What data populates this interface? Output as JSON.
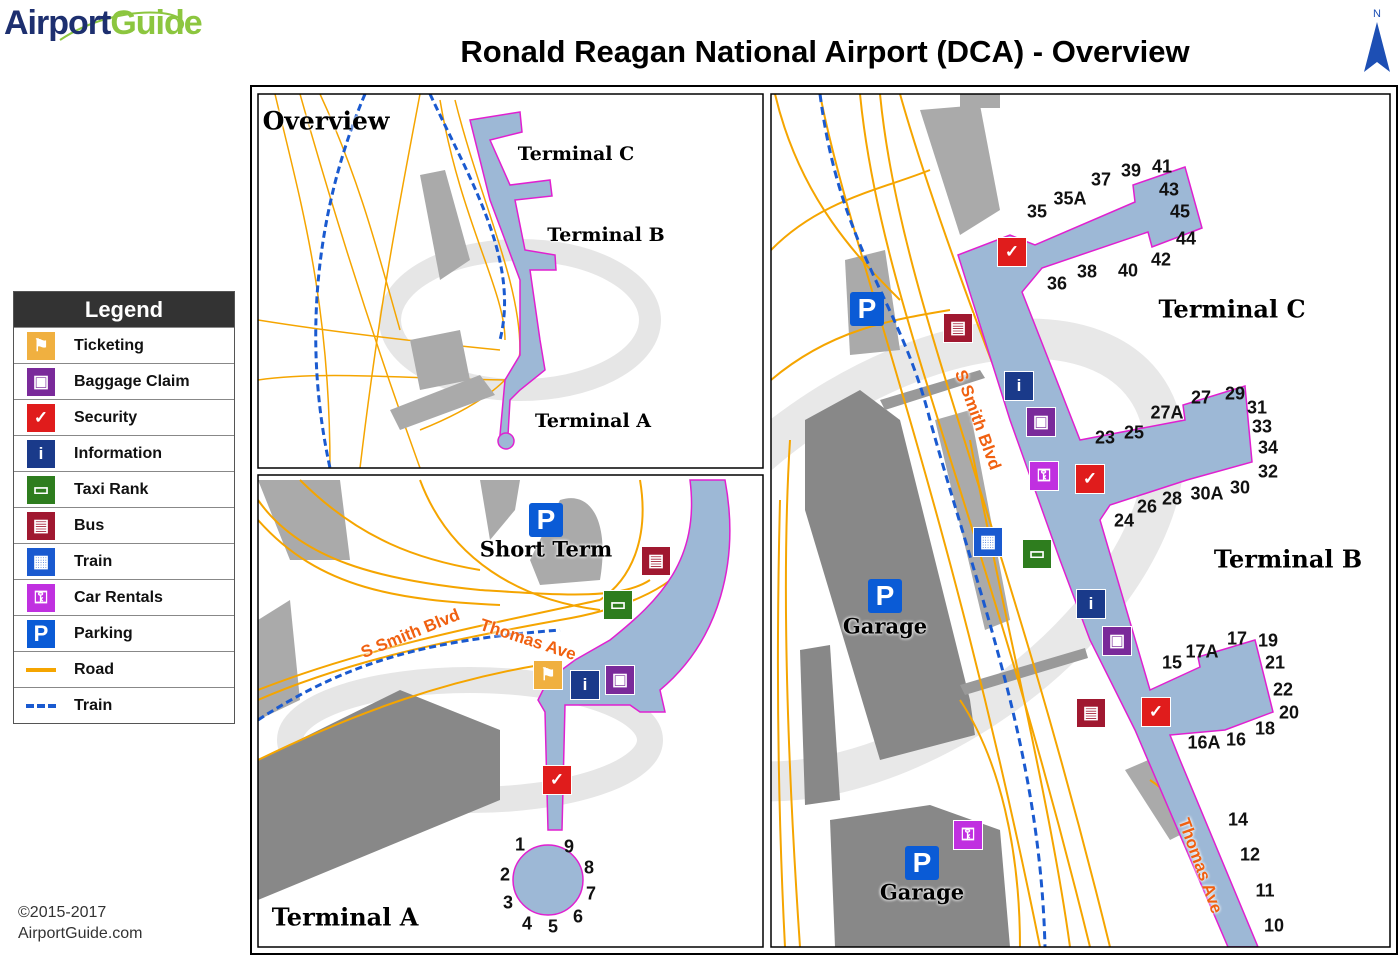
{
  "logo": {
    "part1": "Airport",
    "part2": "Guide"
  },
  "title": "Ronald Reagan National Airport (DCA) - Overview",
  "north_label": "N",
  "legend": {
    "title": "Legend",
    "items": [
      {
        "label": "Ticketing",
        "icon": "ticketing-icon",
        "color": "#f0b040"
      },
      {
        "label": "Baggage Claim",
        "icon": "baggage-icon",
        "color": "#7a2a9a"
      },
      {
        "label": "Security",
        "icon": "security-icon",
        "color": "#e01c1c"
      },
      {
        "label": "Information",
        "icon": "info-icon",
        "color": "#1a3a8a"
      },
      {
        "label": "Taxi Rank",
        "icon": "taxi-icon",
        "color": "#2e7d1e"
      },
      {
        "label": "Bus",
        "icon": "bus-icon",
        "color": "#a01830"
      },
      {
        "label": "Train",
        "icon": "train-icon",
        "color": "#1a5ad0"
      },
      {
        "label": "Car Rentals",
        "icon": "car-rental-icon",
        "color": "#c030e0"
      },
      {
        "label": "Parking",
        "icon": "parking-icon",
        "color": "#0a5bd6"
      },
      {
        "label": "Road",
        "icon": "road-line",
        "color": "#f5a500"
      },
      {
        "label": "Train",
        "icon": "train-line",
        "color": "#1a5ad0"
      }
    ]
  },
  "copyright": {
    "years": "©2015-2017",
    "site": "AirportGuide.com"
  },
  "overview": {
    "title": "Overview",
    "terminal_c": "Terminal C",
    "terminal_b": "Terminal B",
    "terminal_a": "Terminal A"
  },
  "terminal_a_panel": {
    "title": "Terminal A",
    "short_term": "Short Term",
    "parking": "P",
    "road1": "S Smith Blvd",
    "road2": "Thomas Ave",
    "gates": [
      "1",
      "2",
      "3",
      "4",
      "5",
      "6",
      "7",
      "8",
      "9"
    ]
  },
  "bc_panel": {
    "terminal_c": "Terminal C",
    "terminal_b": "Terminal B",
    "garage1": "Garage",
    "garage2": "Garage",
    "parking": "P",
    "road1": "S Smith Blvd",
    "road2": "Thomas Ave",
    "gates_c": [
      "35",
      "35A",
      "37",
      "39",
      "41",
      "43",
      "45",
      "44",
      "42",
      "40",
      "38",
      "36"
    ],
    "gates_b": [
      "23",
      "25",
      "27A",
      "27",
      "29",
      "31",
      "33",
      "34",
      "32",
      "30",
      "30A",
      "28",
      "26",
      "24"
    ],
    "gates_b2": [
      "15",
      "17A",
      "17",
      "19",
      "21",
      "22",
      "20",
      "18",
      "16",
      "16A",
      "14",
      "12",
      "11",
      "10"
    ]
  }
}
